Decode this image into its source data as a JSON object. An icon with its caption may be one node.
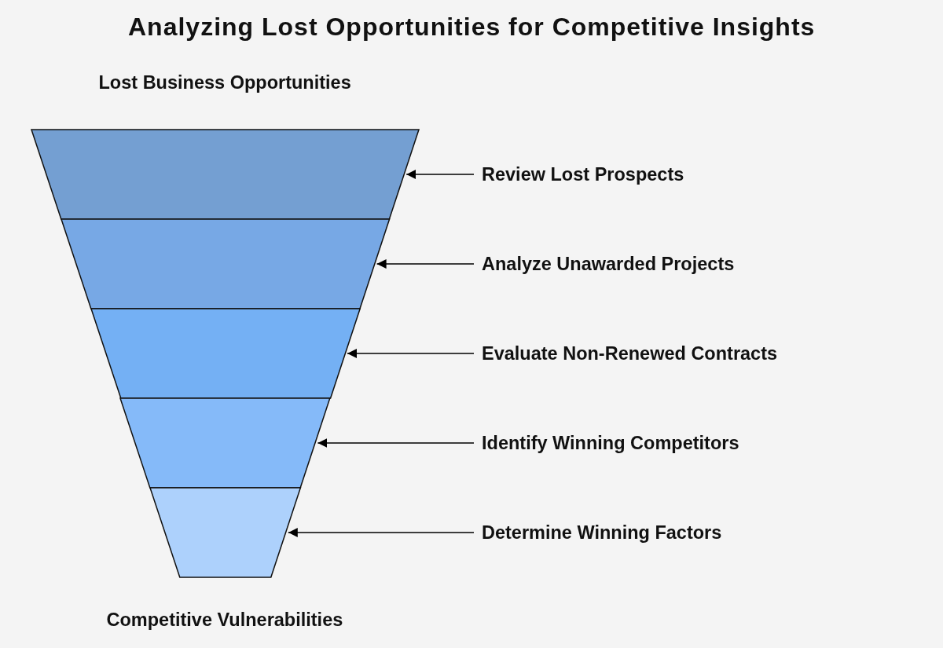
{
  "diagram": {
    "title": "Analyzing Lost Opportunities for Competitive Insights",
    "nodes": [
      {
        "text": [],
        "shape": "trapezoid"
      },
      {
        "text": [],
        "shape": "trapezoid"
      },
      {
        "text": [],
        "shape": "trapezoid"
      },
      {
        "text": [],
        "shape": "trapezoid"
      },
      {
        "text": [],
        "shape": "trapezoid"
      },
      {
        "text": [
          "Review Lost Prospects"
        ]
      },
      {
        "text": [
          "Analyze Unawarded Projects"
        ]
      },
      {
        "text": [
          "Evaluate Non-Renewed Contracts"
        ]
      },
      {
        "text": [
          "Identify Winning Competitors"
        ]
      },
      {
        "text": [
          "Determine Winning Factors"
        ]
      }
    ],
    "edges": [
      {
        "from": 5,
        "to": 0,
        "arrow": "to"
      },
      {
        "from": 6,
        "to": 1,
        "arrow": "to"
      },
      {
        "from": 7,
        "to": 2,
        "arrow": "to"
      },
      {
        "from": 8,
        "to": 3,
        "arrow": "to"
      },
      {
        "from": 9,
        "to": 4,
        "arrow": "to"
      }
    ],
    "labels": [
      "Lost Business Opportunities",
      "Competitive Vulnerabilities"
    ]
  }
}
